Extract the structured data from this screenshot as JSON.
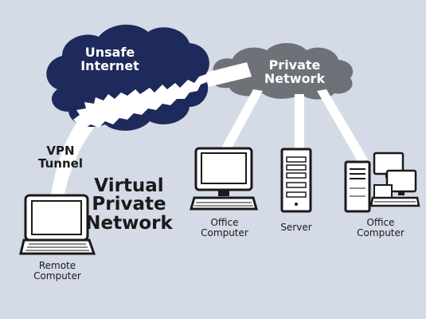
{
  "clouds": {
    "internet": {
      "label_line1": "Unsafe",
      "label_line2": "Internet"
    },
    "private": {
      "label_line1": "Private",
      "label_line2": "Network"
    }
  },
  "tunnel": {
    "label_line1": "VPN",
    "label_line2": "Tunnel"
  },
  "title": {
    "line1": "Virtual",
    "line2": "Private",
    "line3": "Network"
  },
  "nodes": {
    "remote": {
      "line1": "Remote",
      "line2": "Computer"
    },
    "office1": {
      "line1": "Office",
      "line2": "Computer"
    },
    "server": {
      "line1": "Server"
    },
    "office2": {
      "line1": "Office",
      "line2": "Computer"
    }
  },
  "colors": {
    "background": "#d4dae6",
    "internet_cloud": "#1f2a5c",
    "private_cloud": "#6f7178",
    "tunnel": "#ffffff",
    "device_outline": "#1a1a1a"
  }
}
